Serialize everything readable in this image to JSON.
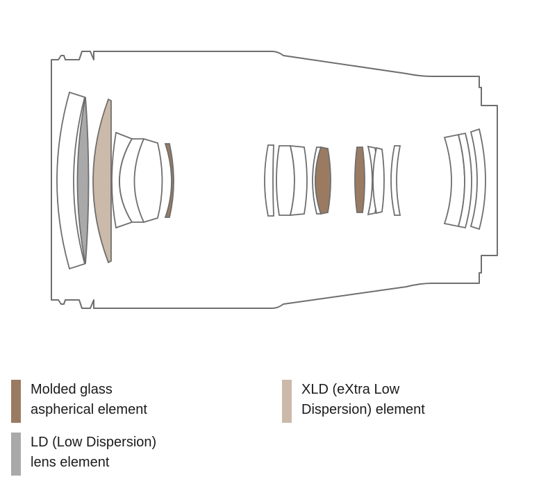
{
  "colors": {
    "outline": "#6e6e6e",
    "molded_glass_aspherical": "#9a7b62",
    "xld": "#cbb9a9",
    "ld": "#a9a9a9",
    "clear": "#ffffff"
  },
  "legend": {
    "molded": {
      "line1": "Molded glass",
      "line2": "aspherical element",
      "color": "#9a7b62"
    },
    "xld": {
      "line1": "XLD (eXtra Low",
      "line2": "Dispersion) element",
      "color": "#cbb9a9"
    },
    "ld": {
      "line1": "LD (Low Dispersion)",
      "line2": "lens element",
      "color": "#a9a9a9"
    }
  }
}
